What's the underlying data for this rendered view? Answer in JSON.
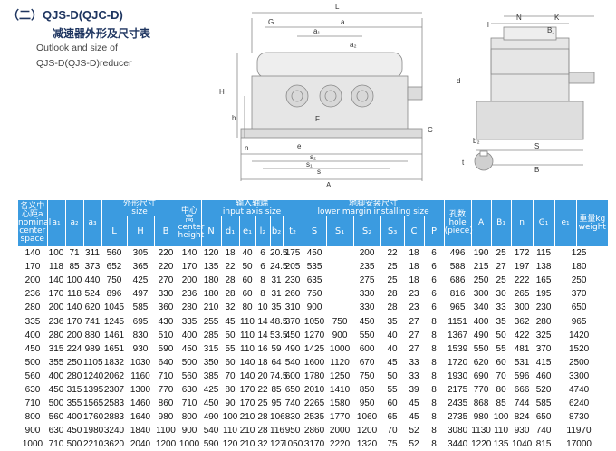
{
  "heading": {
    "title": "（二）QJS-D(QJC-D)",
    "subtitle_cn": "减速器外形及尺寸表",
    "caption_line1": "Outlook and size of",
    "caption_line2": "QJS-D(QJS-D)reducer"
  },
  "drawing_labels": {
    "L": "L",
    "G": "G",
    "a": "a",
    "a1": "a₁",
    "a2": "a₂",
    "H": "H",
    "h": "h",
    "n": "n",
    "e": "e",
    "s": "s",
    "s1": "s₁",
    "s2": "s₂",
    "A": "A",
    "F": "F",
    "C": "C",
    "N": "N",
    "K": "K",
    "B1": "B₁",
    "l": "l",
    "d": "d",
    "b2": "b₂",
    "t": "t",
    "S": "S",
    "B": "B"
  },
  "table": {
    "group_headers": {
      "center": "名义中心距a",
      "center_en": "nominal center space",
      "outline": "外形尺寸",
      "outline_en": "size",
      "center_height": "中心高",
      "center_height_en": "center height",
      "shaft": "输入轴端",
      "shaft_en": "input axis size",
      "install": "地脚安装尺寸",
      "install_en": "lower margin installing size",
      "hole": "孔数",
      "hole_en": "hole (piece)",
      "weight": "重量kg",
      "weight_en": "weight"
    },
    "columns": [
      "a₁",
      "a₂",
      "a₃",
      "L",
      "H",
      "B",
      "h",
      "N",
      "d₁",
      "e₁",
      "l₂",
      "b₂",
      "t₂",
      "S",
      "S₁",
      "S₂",
      "S₃",
      "C",
      "P",
      "A",
      "B₁",
      "n",
      "G₁",
      "e₁"
    ],
    "rows": [
      [
        "140",
        "",
        "",
        "",
        "",
        "",
        "",
        "",
        "",
        "",
        "",
        "",
        "",
        "",
        "",
        "",
        "",
        "",
        "",
        "",
        "",
        "",
        "",
        "",
        "",
        "",
        ""
      ],
      [
        "140",
        "100",
        "71",
        "311",
        "560",
        "305",
        "220",
        "140",
        "120",
        "18",
        "40",
        "6",
        "20.5",
        "175",
        "450",
        "",
        "200",
        "22",
        "18",
        "6",
        "496",
        "190",
        "25",
        "172",
        "115",
        "125",
        ""
      ],
      [
        "170",
        "118",
        "85",
        "373",
        "652",
        "365",
        "220",
        "170",
        "135",
        "22",
        "50",
        "6",
        "24.5",
        "205",
        "535",
        "",
        "235",
        "25",
        "18",
        "6",
        "588",
        "215",
        "27",
        "197",
        "138",
        "180",
        ""
      ],
      [
        "200",
        "140",
        "100",
        "440",
        "750",
        "425",
        "270",
        "200",
        "180",
        "28",
        "60",
        "8",
        "31",
        "230",
        "635",
        "",
        "275",
        "25",
        "18",
        "6",
        "686",
        "250",
        "25",
        "222",
        "165",
        "250",
        ""
      ],
      [
        "236",
        "170",
        "118",
        "524",
        "896",
        "497",
        "330",
        "236",
        "180",
        "28",
        "60",
        "8",
        "31",
        "260",
        "750",
        "",
        "330",
        "28",
        "23",
        "6",
        "816",
        "300",
        "30",
        "265",
        "195",
        "370",
        ""
      ],
      [
        "280",
        "200",
        "140",
        "620",
        "1045",
        "585",
        "360",
        "280",
        "210",
        "32",
        "80",
        "10",
        "35",
        "310",
        "900",
        "",
        "330",
        "28",
        "23",
        "6",
        "965",
        "340",
        "33",
        "300",
        "230",
        "650",
        ""
      ],
      [
        "335",
        "236",
        "170",
        "741",
        "1245",
        "695",
        "430",
        "335",
        "255",
        "45",
        "110",
        "14",
        "48.5",
        "370",
        "1050",
        "750",
        "450",
        "35",
        "27",
        "8",
        "1151",
        "400",
        "35",
        "362",
        "280",
        "965",
        ""
      ],
      [
        "400",
        "280",
        "200",
        "880",
        "1461",
        "830",
        "510",
        "400",
        "285",
        "50",
        "110",
        "14",
        "53.5",
        "450",
        "1270",
        "900",
        "550",
        "40",
        "27",
        "8",
        "1367",
        "490",
        "50",
        "422",
        "325",
        "1420",
        ""
      ],
      [
        "450",
        "315",
        "224",
        "989",
        "1651",
        "930",
        "590",
        "450",
        "315",
        "55",
        "110",
        "16",
        "59",
        "490",
        "1425",
        "1000",
        "600",
        "40",
        "27",
        "8",
        "1539",
        "550",
        "55",
        "481",
        "370",
        "1520",
        ""
      ],
      [
        "500",
        "355",
        "250",
        "1105",
        "1832",
        "1030",
        "640",
        "500",
        "350",
        "60",
        "140",
        "18",
        "64",
        "540",
        "1600",
        "1120",
        "670",
        "45",
        "33",
        "8",
        "1720",
        "620",
        "60",
        "531",
        "415",
        "2500",
        ""
      ],
      [
        "560",
        "400",
        "280",
        "1240",
        "2062",
        "1160",
        "710",
        "560",
        "385",
        "70",
        "140",
        "20",
        "74.5",
        "600",
        "1780",
        "1250",
        "750",
        "50",
        "33",
        "8",
        "1930",
        "690",
        "70",
        "596",
        "460",
        "3300",
        ""
      ],
      [
        "630",
        "450",
        "315",
        "1395",
        "2307",
        "1300",
        "770",
        "630",
        "425",
        "80",
        "170",
        "22",
        "85",
        "650",
        "2010",
        "1410",
        "850",
        "55",
        "39",
        "8",
        "2175",
        "770",
        "80",
        "666",
        "520",
        "4740",
        ""
      ],
      [
        "710",
        "500",
        "355",
        "1565",
        "2583",
        "1460",
        "860",
        "710",
        "450",
        "90",
        "170",
        "25",
        "95",
        "740",
        "2265",
        "1580",
        "950",
        "60",
        "45",
        "8",
        "2435",
        "868",
        "85",
        "744",
        "585",
        "6240",
        ""
      ],
      [
        "800",
        "560",
        "400",
        "1760",
        "2883",
        "1640",
        "980",
        "800",
        "490",
        "100",
        "210",
        "28",
        "106",
        "830",
        "2535",
        "1770",
        "1060",
        "65",
        "45",
        "8",
        "2735",
        "980",
        "100",
        "824",
        "650",
        "8730",
        ""
      ],
      [
        "900",
        "630",
        "450",
        "1980",
        "3240",
        "1840",
        "1100",
        "900",
        "540",
        "110",
        "210",
        "28",
        "116",
        "950",
        "2860",
        "2000",
        "1200",
        "70",
        "52",
        "8",
        "3080",
        "1130",
        "110",
        "930",
        "740",
        "11970",
        ""
      ],
      [
        "1000",
        "710",
        "500",
        "2210",
        "3620",
        "2040",
        "1200",
        "1000",
        "590",
        "120",
        "210",
        "32",
        "127",
        "1050",
        "3170",
        "2220",
        "1320",
        "75",
        "52",
        "8",
        "3440",
        "1220",
        "135",
        "1040",
        "815",
        "17000",
        ""
      ]
    ]
  }
}
